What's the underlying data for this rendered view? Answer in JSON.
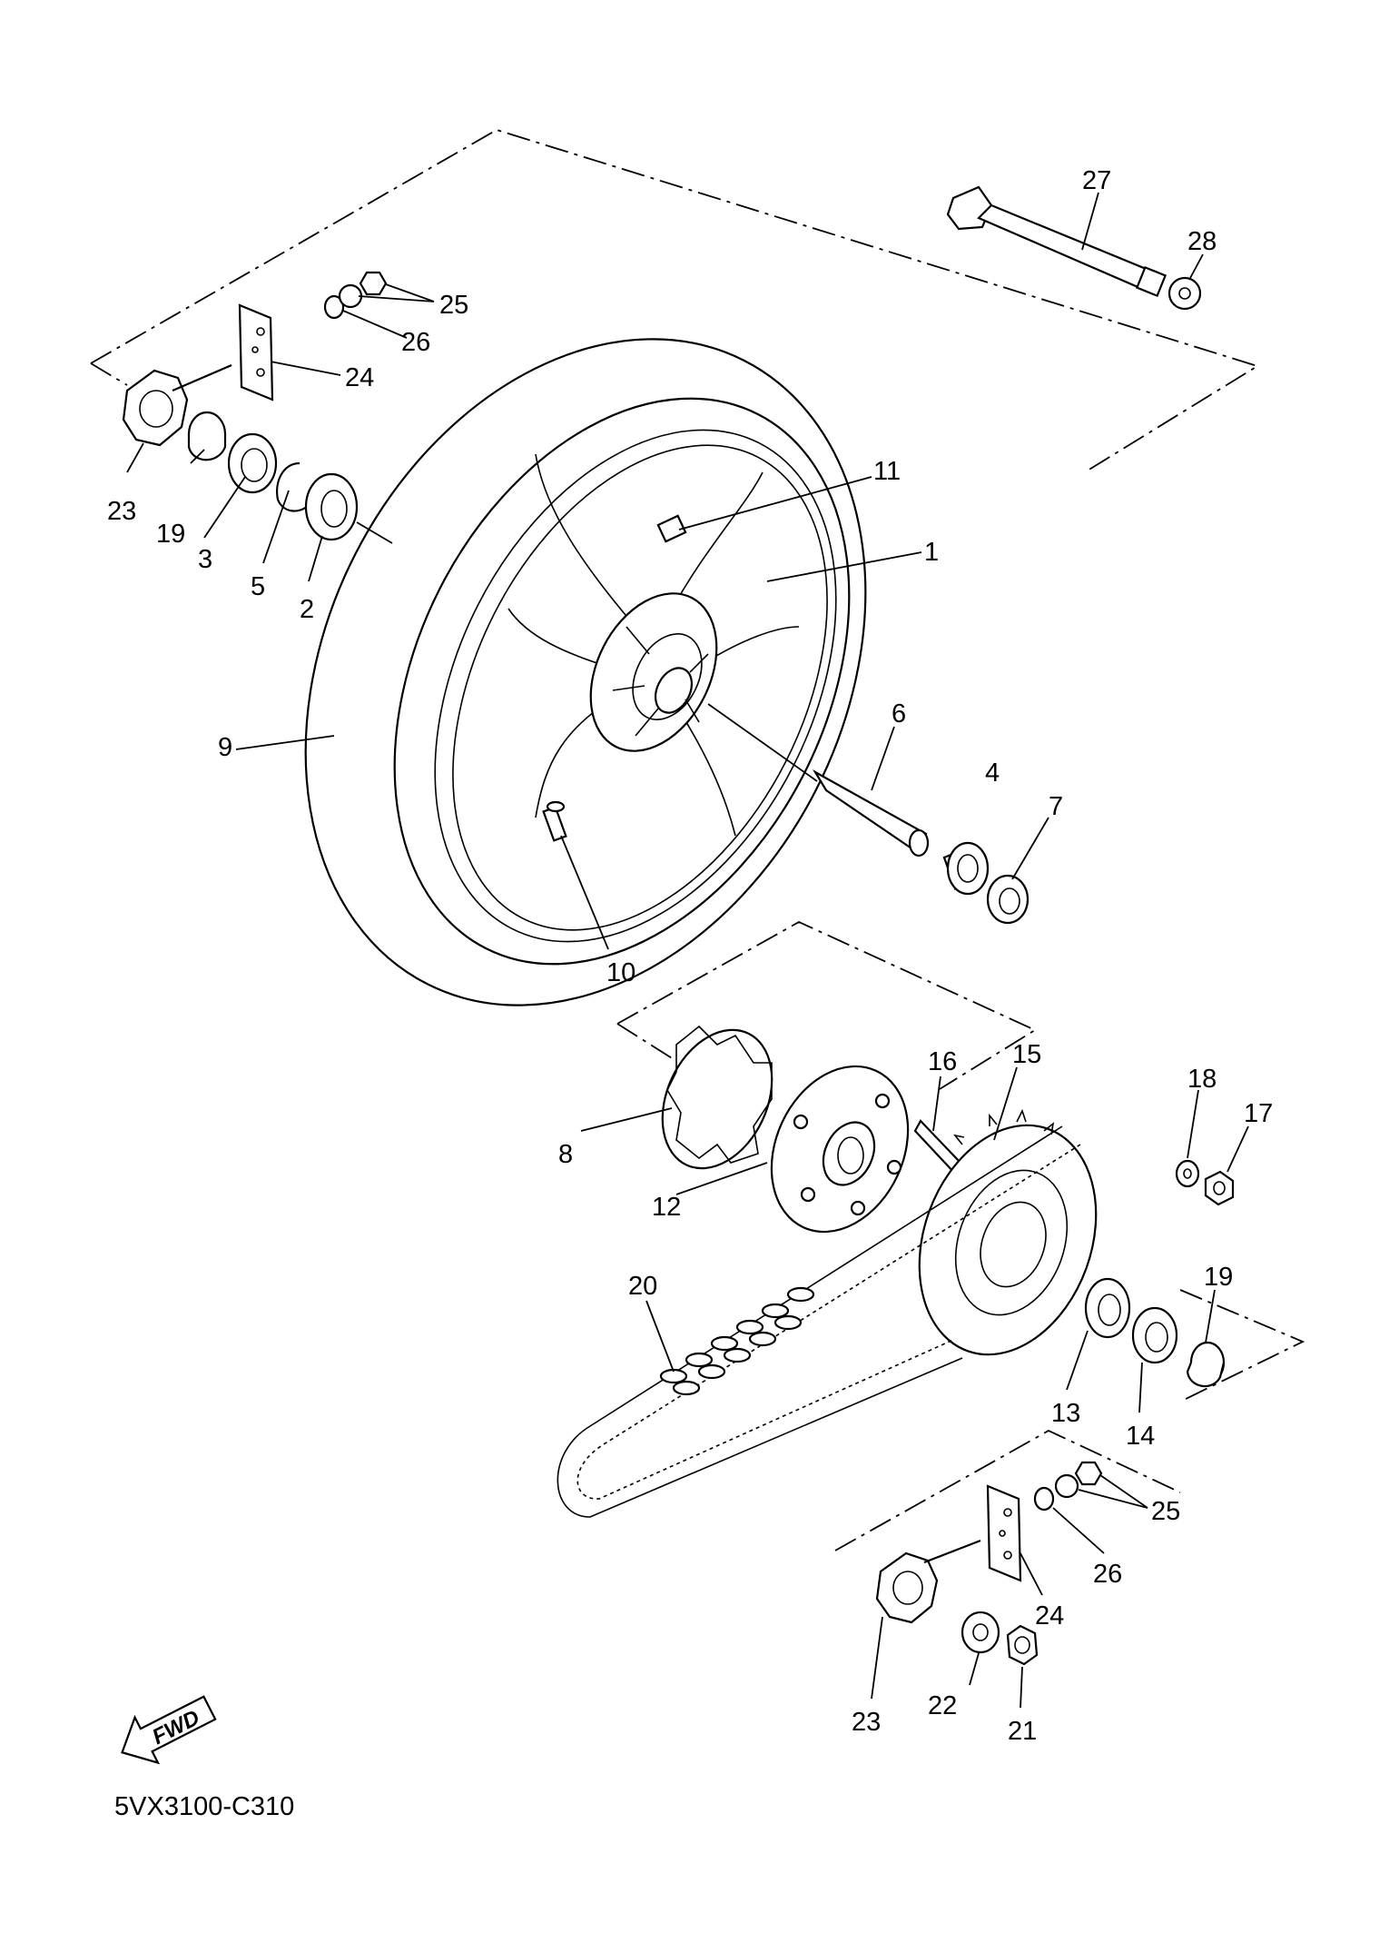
{
  "diagram_code": "5VX3100-C310",
  "fwd_badge": "FWD",
  "callouts": [
    "1",
    "2",
    "3",
    "4",
    "5",
    "6",
    "7",
    "8",
    "9",
    "10",
    "11",
    "12",
    "13",
    "14",
    "15",
    "16",
    "17",
    "18",
    "19",
    "19",
    "20",
    "21",
    "22",
    "23",
    "23",
    "24",
    "24",
    "25",
    "25",
    "26",
    "26",
    "27",
    "28"
  ]
}
